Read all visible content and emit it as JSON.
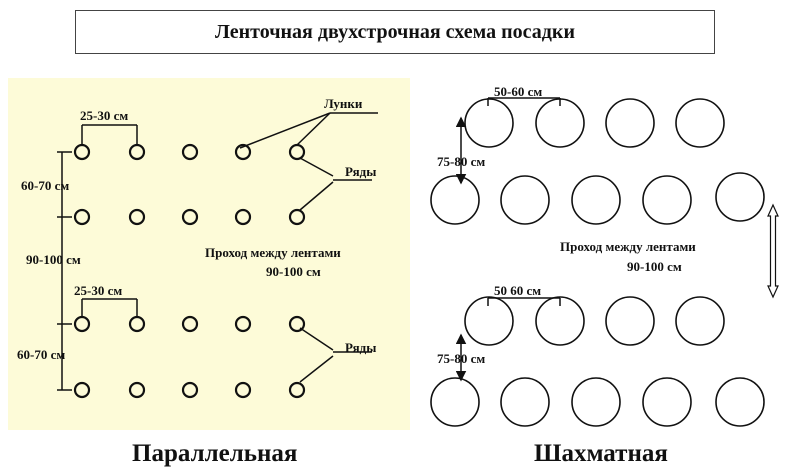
{
  "title": "Ленточная двухстрочная схема посадки",
  "parallel": {
    "caption": "Параллельная",
    "hole_spacing_top": "25-30 см",
    "hole_spacing_bottom": "25-30 см",
    "row_gap_top": "60-70 см",
    "row_gap_bottom": "60-70 см",
    "band_gap": "90-100 см",
    "label_holes": "Лунки",
    "label_rows_top": "Ряды",
    "label_rows_bottom": "Ряды",
    "passage_line1": "Проход между лентами",
    "passage_line2": "90-100 см"
  },
  "staggered": {
    "caption": "Шахматная",
    "spacing_top": "50-60 см",
    "spacing_bottom": "50 60 см",
    "row_gap_top": "75-80 см",
    "row_gap_bottom": "75-80 см",
    "passage_line1": "Проход между лентами",
    "passage_line2": "90-100 см"
  },
  "colors": {
    "panel": "#fdfbd8",
    "ink": "#111111"
  }
}
